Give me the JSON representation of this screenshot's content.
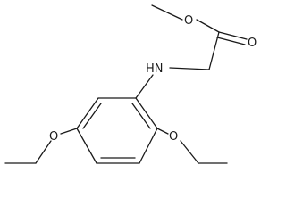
{
  "molecule": {
    "atoms": {
      "ester_o_single": "O",
      "ester_o_double": "O",
      "amine": "HN",
      "ether_o_left": "O",
      "ether_o_right": "O"
    }
  }
}
